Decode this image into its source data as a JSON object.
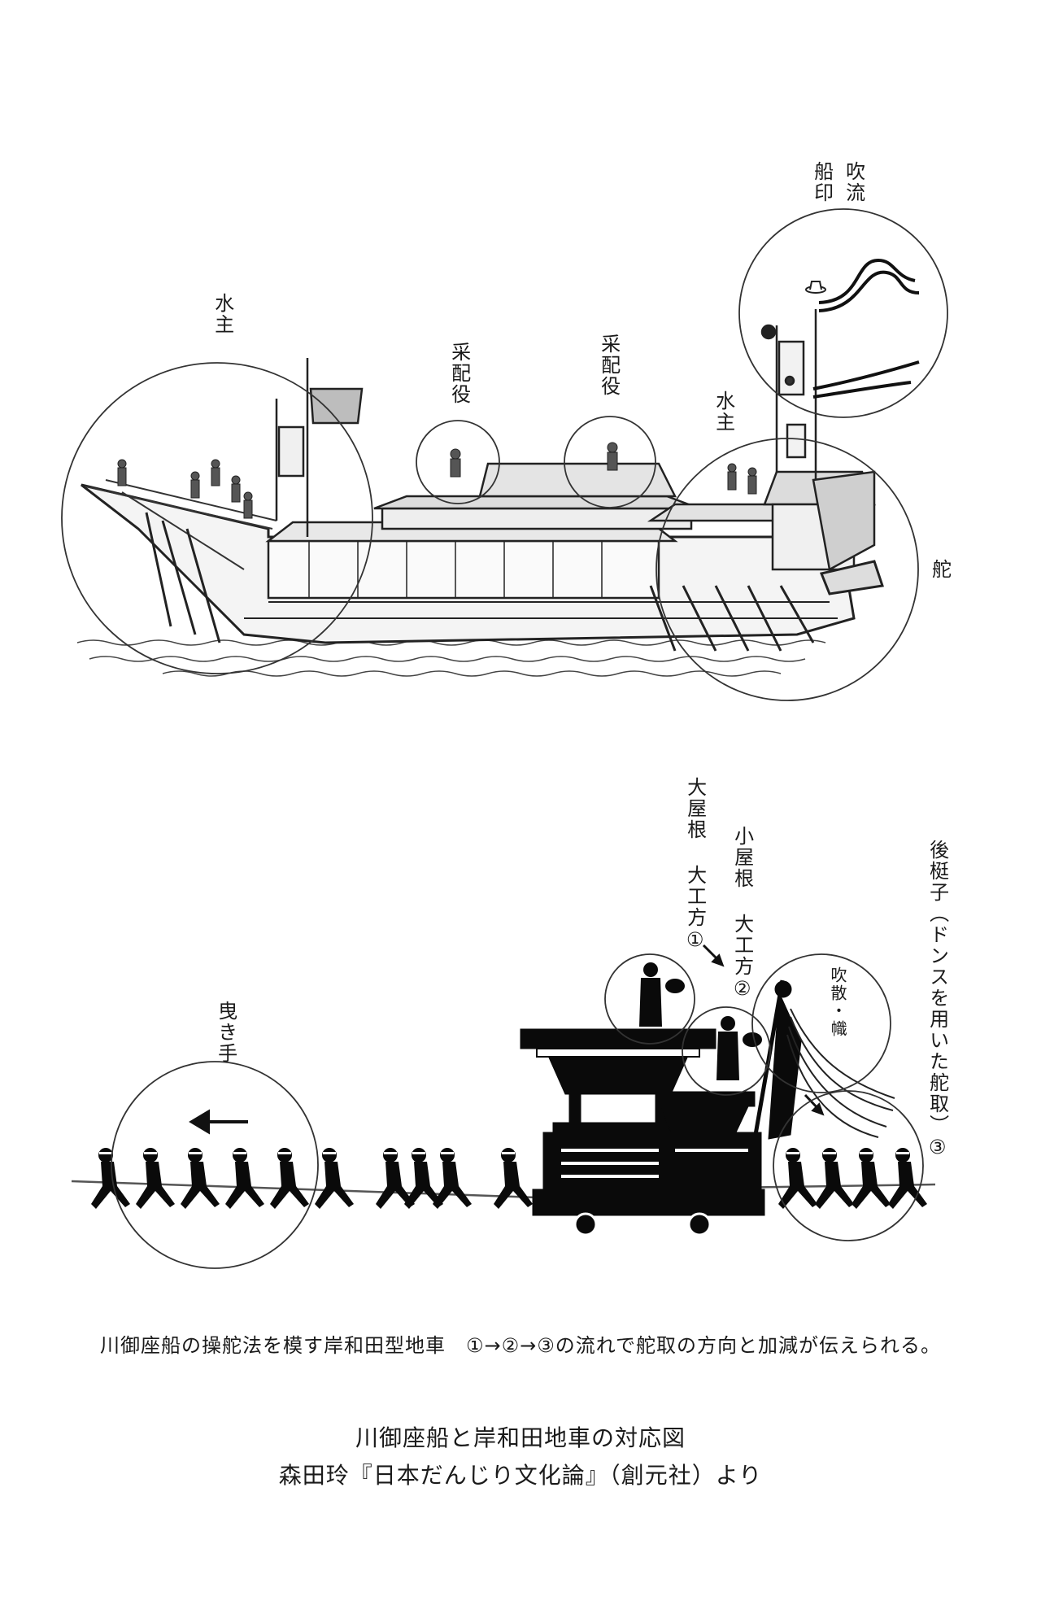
{
  "top_diagram": {
    "labels": {
      "suishu_left": "水主",
      "saihai_left": "采配役",
      "saihai_right": "采配役",
      "suishu_right": "水主",
      "funajirushi": "船印",
      "fukinagashi": "吹流",
      "kaji": "舵"
    }
  },
  "bottom_diagram": {
    "labels": {
      "hikite": "曳き手",
      "oyane": "大屋根 大工方①",
      "koyane": "小屋根 大工方②",
      "fukichiri": "吹散・幟",
      "ushirotekoko": "後梃子（ドンスを用いた舵取）③"
    },
    "direction_arrow": "←"
  },
  "caption": "川御座船の操舵法を模す岸和田型地車　①→②→③の流れで舵取の方向と加減が伝えられる。",
  "title": "川御座船と岸和田地車の対応図",
  "source": "森田玲『日本だんじり文化論』（創元社）より"
}
